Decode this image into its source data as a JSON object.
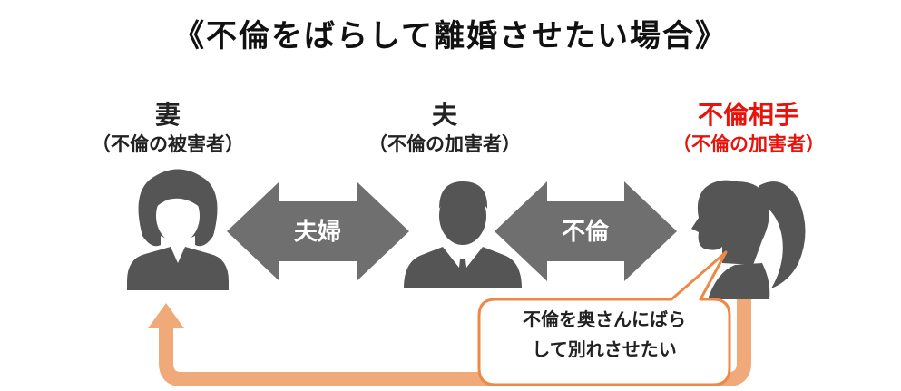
{
  "title": "《不倫をばらして離婚させたい場合》",
  "wife": {
    "name": "妻",
    "role": "（不倫の被害者）"
  },
  "husband": {
    "name": "夫",
    "role": "（不倫の加害者）"
  },
  "lover": {
    "name": "不倫相手",
    "role": "（不倫の加害者）"
  },
  "arrows": {
    "marriage": "夫婦",
    "affair": "不倫"
  },
  "bubble": {
    "line1": "不倫を奥さんにばら",
    "line2": "して別れさせたい"
  },
  "colors": {
    "accent_red": "#e8140c",
    "orange": "#f0a978",
    "bubble_border": "#ee8844",
    "arrow_gray": "#6f6f6f",
    "figure_gray": "#555555"
  },
  "icons": [
    "woman-silhouette-icon",
    "man-suit-silhouette-icon",
    "woman-ponytail-profile-icon"
  ]
}
